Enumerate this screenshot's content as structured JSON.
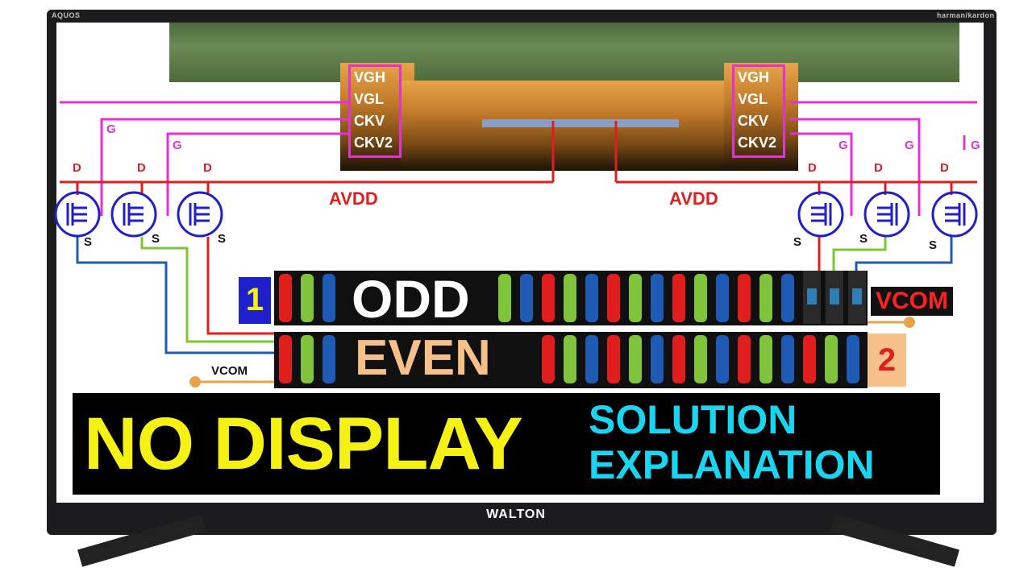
{
  "tv": {
    "brand_top_left": "AQUOS",
    "brand_top_right": "harman/kardon",
    "brand_bottom": "WALTON"
  },
  "pins_left": [
    "VGH",
    "VGL",
    "CKV",
    "CKV2"
  ],
  "pins_right": [
    "VGH",
    "VGL",
    "CKV",
    "CKV2"
  ],
  "labels": {
    "g": "G",
    "d": "D",
    "s": "S",
    "avdd": "AVDD"
  },
  "odd": {
    "number": "1",
    "text": "ODD"
  },
  "even": {
    "number": "2",
    "text": "EVEN"
  },
  "vcom_left": "VCOM",
  "vcom_right": "VCOM",
  "headline": "NO DISPLAY",
  "subtitle_line1": "SOLUTION",
  "subtitle_line2": "EXPLANATION",
  "colors": {
    "red": "#e01e1e",
    "green": "#7fc43a",
    "blue": "#1f5bb5",
    "magenta": "#e033d1",
    "yellow": "#f5f213",
    "cyan": "#18d6f2"
  }
}
